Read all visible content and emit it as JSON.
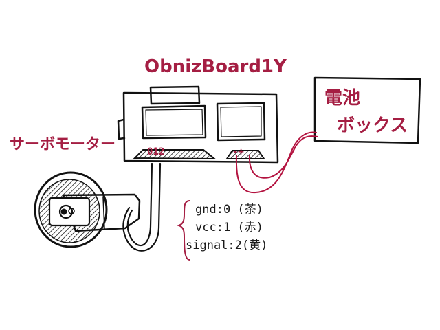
{
  "board": {
    "title": "ObnizBoard1Y"
  },
  "battery": {
    "line1": "電池",
    "line2": "ボックス"
  },
  "servo": {
    "label": "サーボモーター"
  },
  "board_pins": {
    "io_label": "012",
    "power_label": "-+"
  },
  "pin_notes": {
    "gnd": "gnd:0 (茶)",
    "vcc": "vcc:1 (赤)",
    "signal": "signal:2(黄)"
  },
  "colors": {
    "label_red": "#a51e43",
    "wire_red": "#b3123f",
    "ink": "#1a1a1a"
  }
}
